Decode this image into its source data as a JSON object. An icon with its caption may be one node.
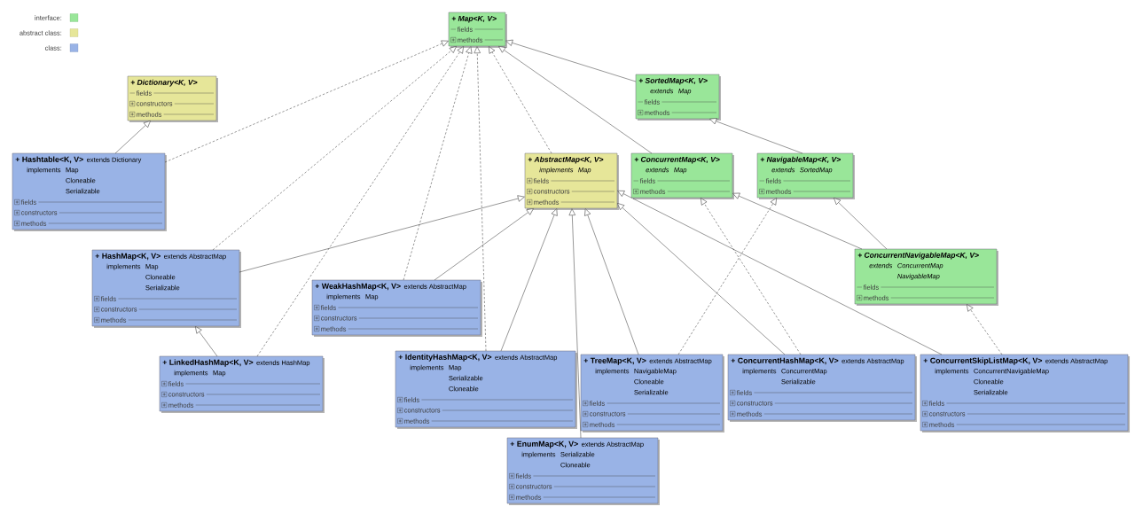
{
  "diagram": {
    "nodes": [
      {
        "text": [
          "+ Map<K, V>",
          "fields",
          "methods"
        ]
      },
      {
        "text": [
          "+ Dictionary<K, V>",
          "fields",
          "constructors",
          "methods"
        ]
      },
      {
        "text": [
          "+ SortedMap<K, V>",
          "extends",
          "Map",
          "fields",
          "methods"
        ]
      },
      {
        "text": [
          "+ Hashtable<K, V>",
          "extends Dictionary",
          "implements",
          "Map",
          "Cloneable",
          "Serializable",
          "fields",
          "constructors",
          "methods"
        ]
      },
      {
        "text": [
          "+ AbstractMap<K, V>",
          "implements",
          "Map",
          "fields",
          "constructors",
          "methods"
        ]
      },
      {
        "text": [
          "+ ConcurrentMap<K, V>",
          "extends",
          "Map",
          "fields",
          "methods"
        ]
      },
      {
        "text": [
          "+ NavigableMap<K, V>",
          "extends",
          "SortedMap",
          "fields",
          "methods"
        ]
      },
      {
        "text": [
          "+ HashMap<K, V>",
          "extends AbstractMap",
          "implements",
          "Map",
          "Cloneable",
          "Serializable",
          "fields",
          "constructors",
          "methods"
        ]
      },
      {
        "text": [
          "+ ConcurrentNavigableMap<K, V>",
          "extends",
          "ConcurrentMap",
          "NavigableMap",
          "fields",
          "methods"
        ]
      },
      {
        "text": [
          "+ WeakHashMap<K, V>",
          "extends AbstractMap",
          "implements",
          "Map",
          "fields",
          "constructors",
          "methods"
        ]
      },
      {
        "text": [
          "+ LinkedHashMap<K, V>",
          "extends HashMap",
          "implements",
          "Map",
          "fields",
          "constructors",
          "methods"
        ]
      },
      {
        "text": [
          "+ IdentityHashMap<K, V>",
          "extends AbstractMap",
          "implements",
          "Map",
          "Serializable",
          "Cloneable",
          "fields",
          "constructors",
          "methods"
        ]
      },
      {
        "text": [
          "+ TreeMap<K, V>",
          "extends AbstractMap",
          "implements",
          "NavigableMap",
          "Cloneable",
          "Serializable",
          "fields",
          "constructors",
          "methods"
        ]
      },
      {
        "text": [
          "+ ConcurrentHashMap<K, V>",
          "extends AbstractMap",
          "implements",
          "ConcurrentMap",
          "Serializable",
          "fields",
          "constructors",
          "methods"
        ]
      },
      {
        "text": [
          "+ ConcurrentSkipListMap<K, V>",
          "extends AbstractMap",
          "implements",
          "ConcurrentNavigableMap",
          "Cloneable",
          "Serializable",
          "fields",
          "constructors",
          "methods"
        ]
      },
      {
        "text": [
          "+ EnumMap<K, V>",
          "extends AbstractMap",
          "implements",
          "Serializable",
          "Cloneable",
          "fields",
          "constructors",
          "methods"
        ]
      }
    ],
    "edges": [
      {
        "from": 3,
        "to": 1,
        "arrow": "to"
      },
      {
        "from": 3,
        "to": 0,
        "arrow": "to",
        "style": "dashed"
      },
      {
        "from": 7,
        "to": 0,
        "arrow": "to",
        "style": "dashed"
      },
      {
        "from": 7,
        "to": 4,
        "arrow": "to"
      },
      {
        "from": 10,
        "to": 7,
        "arrow": "to"
      },
      {
        "from": 10,
        "to": 0,
        "arrow": "to",
        "style": "dashed"
      },
      {
        "from": 9,
        "to": 0,
        "arrow": "to",
        "style": "dashed"
      },
      {
        "from": 9,
        "to": 4,
        "arrow": "to"
      },
      {
        "from": 11,
        "to": 0,
        "arrow": "to",
        "style": "dashed"
      },
      {
        "from": 11,
        "to": 4,
        "arrow": "to"
      },
      {
        "from": 4,
        "to": 0,
        "arrow": "to",
        "style": "dashed"
      },
      {
        "from": 15,
        "to": 4,
        "arrow": "to"
      },
      {
        "from": 12,
        "to": 4,
        "arrow": "to"
      },
      {
        "from": 12,
        "to": 6,
        "arrow": "to",
        "style": "dashed"
      },
      {
        "from": 13,
        "to": 4,
        "arrow": "to"
      },
      {
        "from": 13,
        "to": 5,
        "arrow": "to",
        "style": "dashed"
      },
      {
        "from": 14,
        "to": 4,
        "arrow": "to"
      },
      {
        "from": 14,
        "to": 8,
        "arrow": "to",
        "style": "dashed"
      },
      {
        "from": 2,
        "to": 0,
        "arrow": "to"
      },
      {
        "from": 5,
        "to": 0,
        "arrow": "to"
      },
      {
        "from": 6,
        "to": 2,
        "arrow": "to"
      },
      {
        "from": 8,
        "to": 5,
        "arrow": "to"
      },
      {
        "from": 8,
        "to": 6,
        "arrow": "to"
      }
    ],
    "legend": [
      {
        "text": "interface:",
        "color": "#99e699"
      },
      {
        "text": "abstract class:",
        "color": "#e6e699"
      },
      {
        "text": "class:",
        "color": "#99b3e6"
      }
    ]
  }
}
